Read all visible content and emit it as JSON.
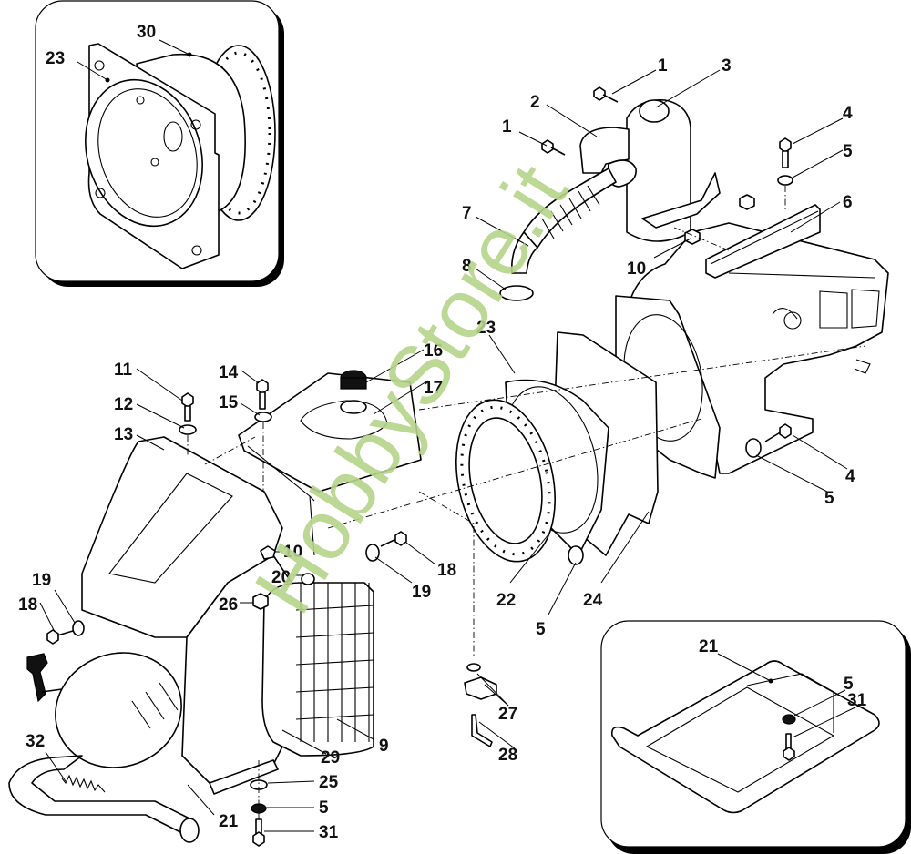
{
  "diagram": {
    "type": "exploded-parts-view",
    "subject": "engine / generator assembly",
    "watermark": "HobbyStore.it",
    "colors": {
      "line": "#000000",
      "background": "#ffffff",
      "watermark": "#b5d48a"
    },
    "inset_top_left": {
      "callouts": [
        {
          "id": "inset1-23",
          "label": "23"
        },
        {
          "id": "inset1-30",
          "label": "30"
        }
      ]
    },
    "inset_bottom_right": {
      "callouts": [
        {
          "id": "inset2-21",
          "label": "21"
        },
        {
          "id": "inset2-5",
          "label": "5"
        },
        {
          "id": "inset2-31",
          "label": "31"
        }
      ]
    },
    "callouts": [
      {
        "id": "c1a",
        "label": "1"
      },
      {
        "id": "c1b",
        "label": "1"
      },
      {
        "id": "c2",
        "label": "2"
      },
      {
        "id": "c3",
        "label": "3"
      },
      {
        "id": "c4a",
        "label": "4"
      },
      {
        "id": "c5a",
        "label": "5"
      },
      {
        "id": "c6",
        "label": "6"
      },
      {
        "id": "c7",
        "label": "7"
      },
      {
        "id": "c8",
        "label": "8"
      },
      {
        "id": "c10a",
        "label": "10"
      },
      {
        "id": "c23",
        "label": "23"
      },
      {
        "id": "c16",
        "label": "16"
      },
      {
        "id": "c17",
        "label": "17"
      },
      {
        "id": "c11",
        "label": "11"
      },
      {
        "id": "c12",
        "label": "12"
      },
      {
        "id": "c13",
        "label": "13"
      },
      {
        "id": "c14",
        "label": "14"
      },
      {
        "id": "c15",
        "label": "15"
      },
      {
        "id": "c4b",
        "label": "4"
      },
      {
        "id": "c5b",
        "label": "5"
      },
      {
        "id": "c10b",
        "label": "10"
      },
      {
        "id": "c20",
        "label": "20"
      },
      {
        "id": "c18a",
        "label": "18"
      },
      {
        "id": "c19a",
        "label": "19"
      },
      {
        "id": "c22",
        "label": "22"
      },
      {
        "id": "c24",
        "label": "24"
      },
      {
        "id": "c5c",
        "label": "5"
      },
      {
        "id": "c19b",
        "label": "19"
      },
      {
        "id": "c18b",
        "label": "18"
      },
      {
        "id": "c26",
        "label": "26"
      },
      {
        "id": "c27",
        "label": "27"
      },
      {
        "id": "c28",
        "label": "28"
      },
      {
        "id": "c9",
        "label": "9"
      },
      {
        "id": "c29",
        "label": "29"
      },
      {
        "id": "c32",
        "label": "32"
      },
      {
        "id": "c25",
        "label": "25"
      },
      {
        "id": "c5d",
        "label": "5"
      },
      {
        "id": "c21",
        "label": "21"
      },
      {
        "id": "c31",
        "label": "31"
      }
    ]
  }
}
